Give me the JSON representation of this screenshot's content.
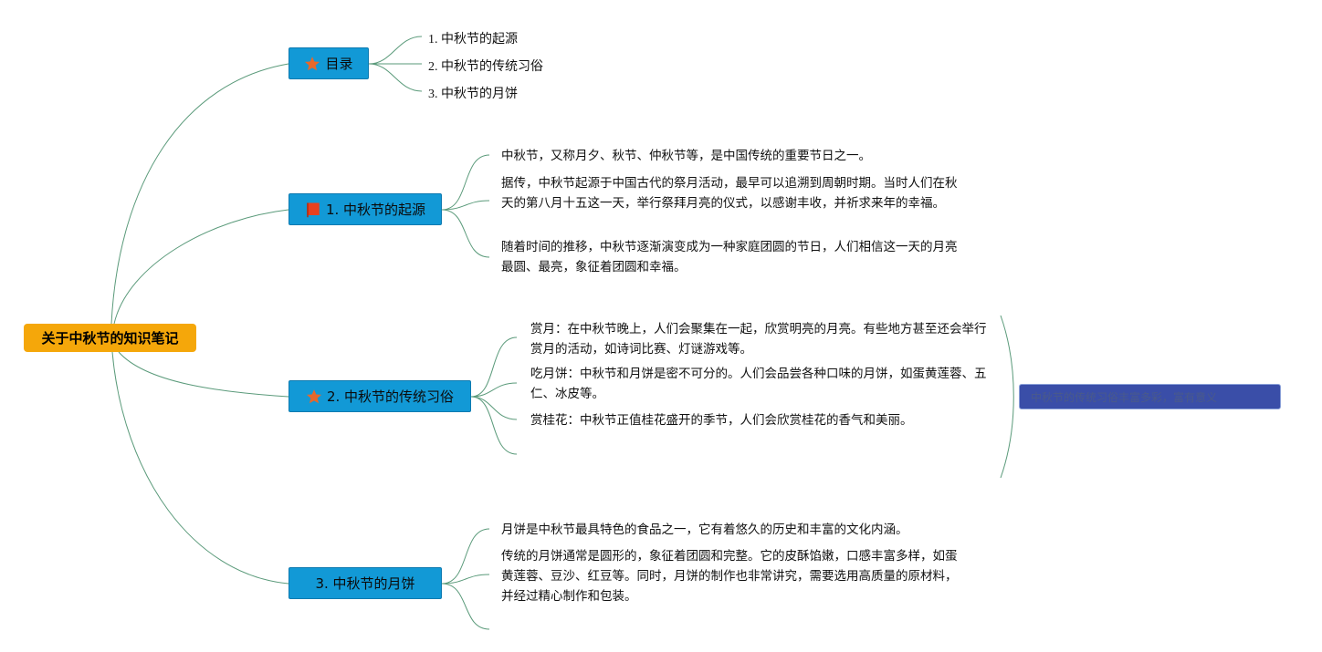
{
  "root": {
    "label": "关于中秋节的知识笔记"
  },
  "toc": {
    "label": "目录",
    "icon": "star-icon",
    "items": [
      "1. 中秋节的起源",
      "2. 中秋节的传统习俗",
      "3. 中秋节的月饼"
    ]
  },
  "origin": {
    "label": "1. 中秋节的起源",
    "icon": "flag-icon",
    "paragraphs": [
      "中秋节，又称月夕、秋节、仲秋节等，是中国传统的重要节日之一。",
      "据传，中秋节起源于中国古代的祭月活动，最早可以追溯到周朝时期。当时人们在秋天的第八月十五这一天，举行祭拜月亮的仪式，以感谢丰收，并祈求来年的幸福。",
      "随着时间的推移，中秋节逐渐演变成为一种家庭团圆的节日，人们相信这一天的月亮最圆、最亮，象征着团圆和幸福。"
    ]
  },
  "customs": {
    "label": "2. 中秋节的传统习俗",
    "icon": "star-icon",
    "paragraphs": [
      "赏月：在中秋节晚上，人们会聚集在一起，欣赏明亮的月亮。有些地方甚至还会举行赏月的活动，如诗词比赛、灯谜游戏等。",
      "吃月饼：中秋节和月饼是密不可分的。人们会品尝各种口味的月饼，如蛋黄莲蓉、五仁、冰皮等。",
      "赏桂花：中秋节正值桂花盛开的季节，人们会欣赏桂花的香气和美丽。"
    ],
    "summary": "中秋节的传统习俗丰富多彩，富有意义"
  },
  "mooncake": {
    "label": "3. 中秋节的月饼",
    "paragraphs": [
      "月饼是中秋节最具特色的食品之一，它有着悠久的历史和丰富的文化内涵。",
      "传统的月饼通常是圆形的，象征着团圆和完整。它的皮酥馅嫩，口感丰富多样，如蛋黄莲蓉、豆沙、红豆等。同时，月饼的制作也非常讲究，需要选用高质量的原材料，并经过精心制作和包装。"
    ]
  },
  "colors": {
    "root": "#f5a70a",
    "topic": "#1299d6",
    "summary": "#3a4ea8",
    "connector": "#5a9a7a",
    "star": "#e8682a",
    "flag": "#e8401e"
  }
}
